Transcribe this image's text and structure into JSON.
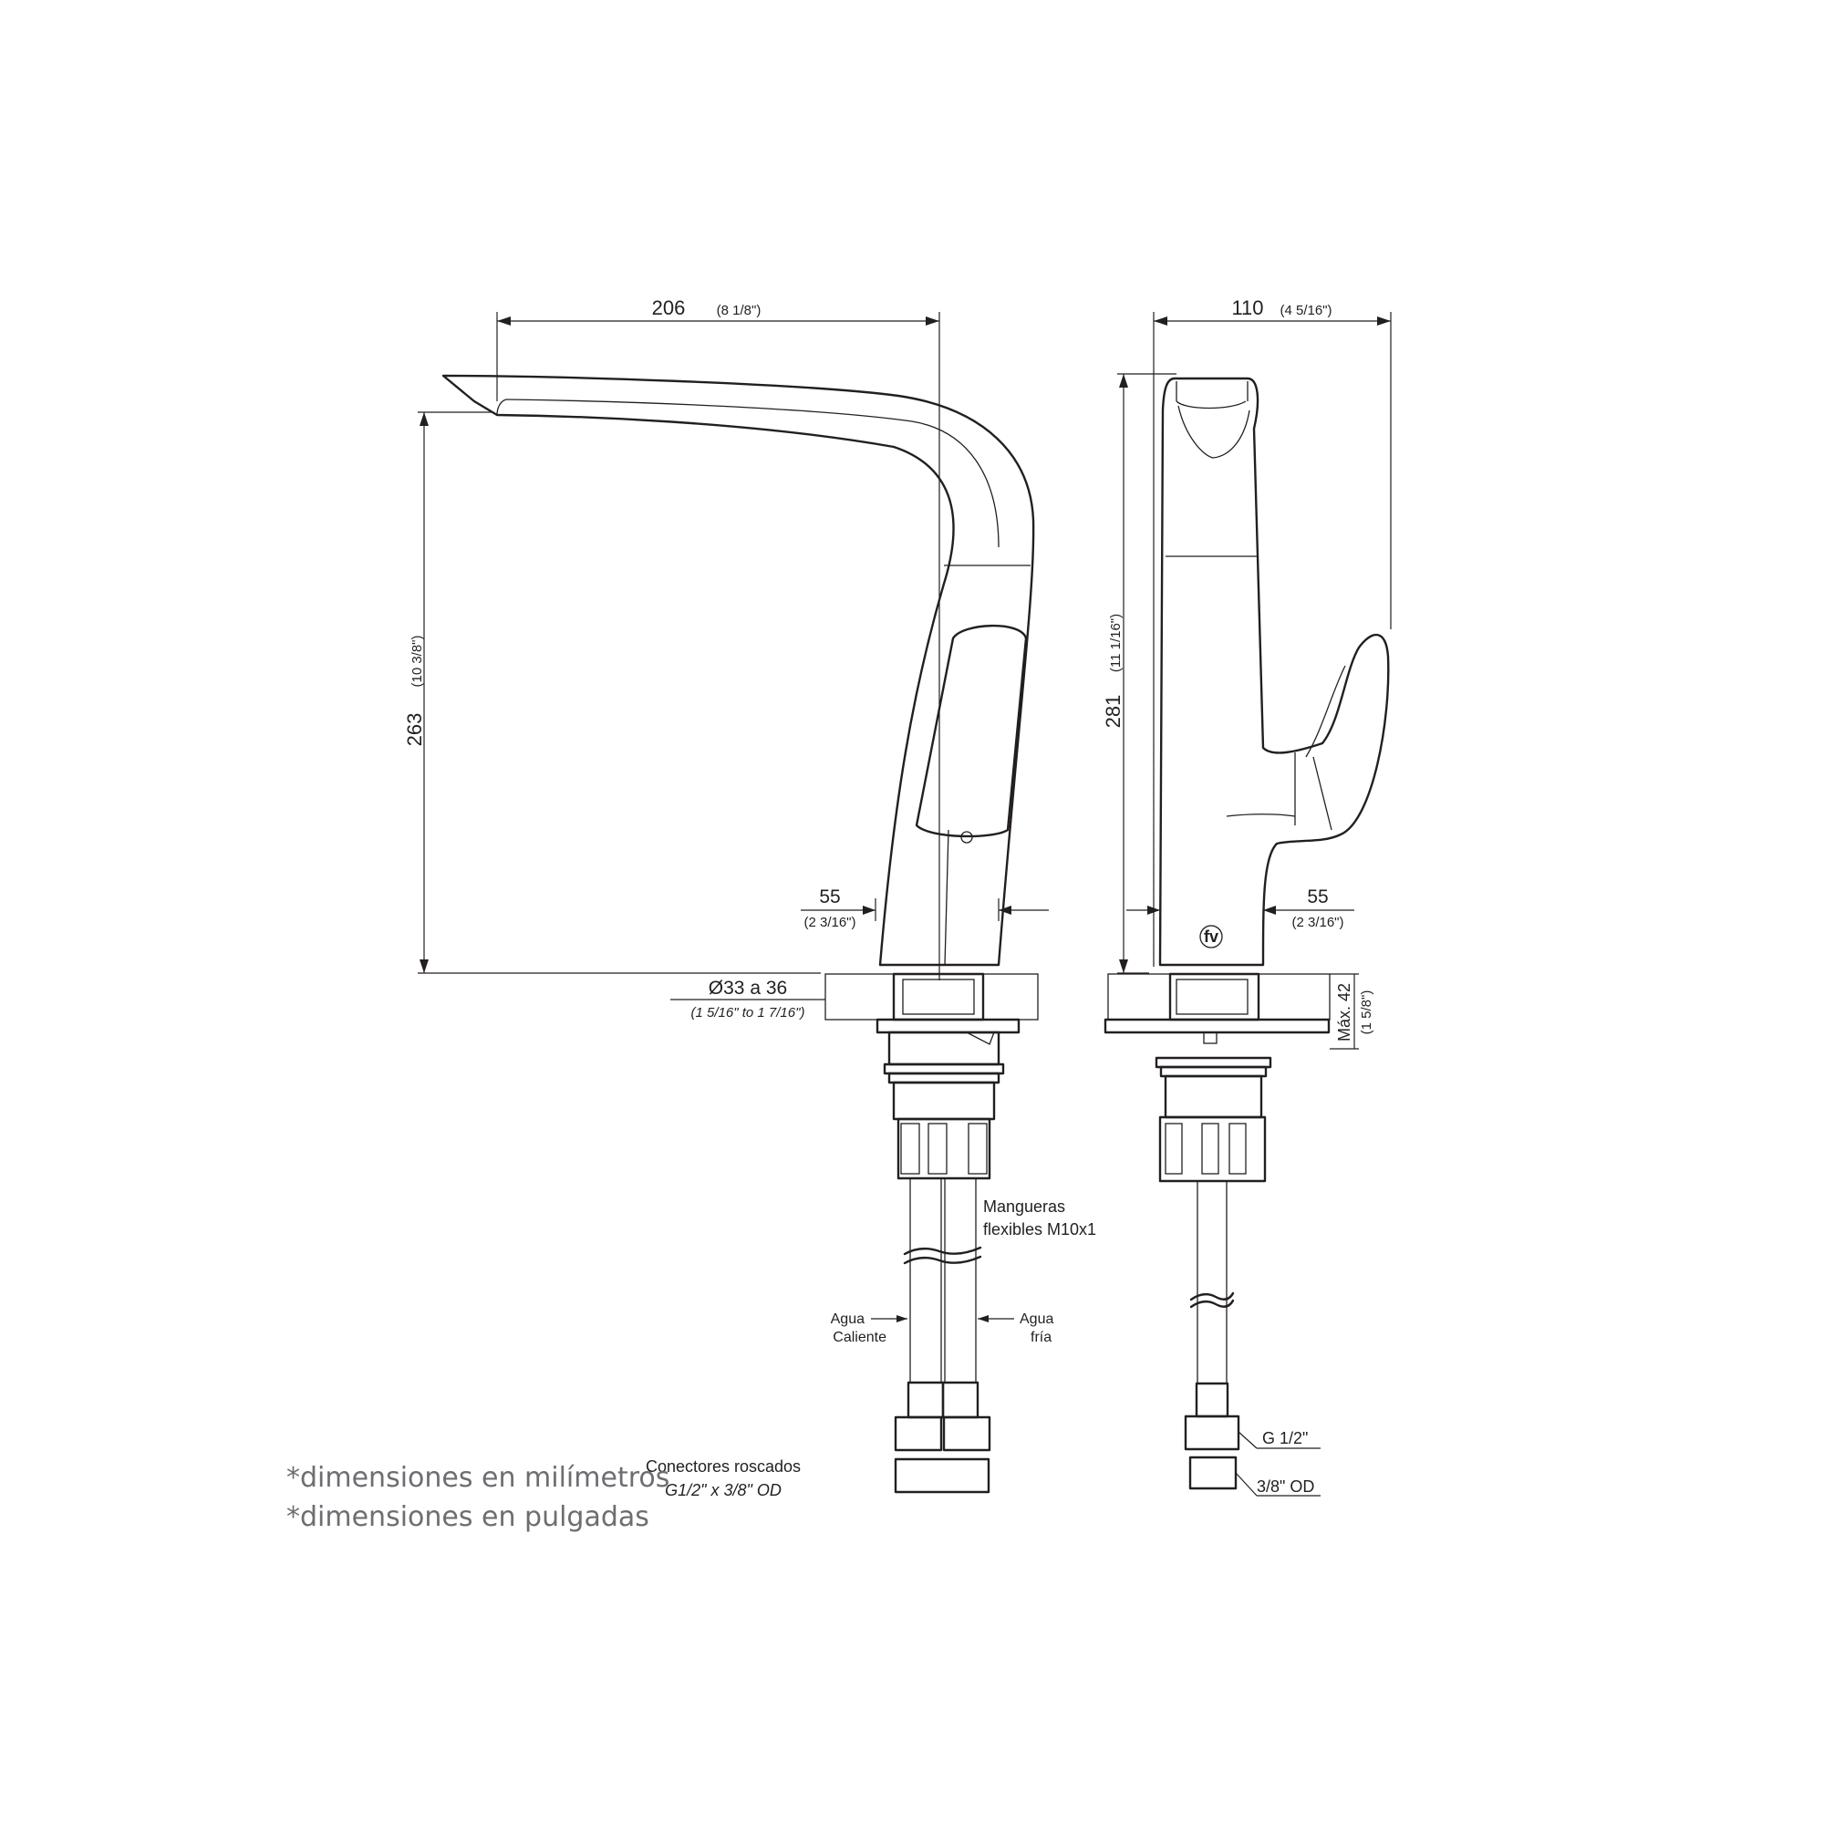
{
  "front_view": {
    "width_dim": "206",
    "width_dim_in": "(8 1/8\")",
    "height_dim": "263",
    "height_dim_in": "(10 3/8\")",
    "base_dim": "55",
    "base_dim_in": "(2 3/16\")",
    "hole_dim": "Ø33 a 36",
    "hole_dim_in": "(1 5/16\" to 1 7/16\")",
    "hoses_label_line1": "Mangueras",
    "hoses_label_line2": "flexibles M10x1",
    "hot_label_line1": "Agua",
    "hot_label_line2": "Caliente",
    "cold_label_line1": "Agua",
    "cold_label_line2": "fría",
    "connectors_label_line1": "Conectores roscados",
    "connectors_label_line2": "G1/2\" x 3/8\" OD"
  },
  "side_view": {
    "width_dim": "110",
    "width_dim_in": "(4 5/16\")",
    "height_dim": "281",
    "height_dim_in": "(11 1/16\")",
    "base_dim": "55",
    "base_dim_in": "(2 3/16\")",
    "max_thickness_dim": "Máx. 42",
    "max_thickness_dim_in": "(1 5/8\")",
    "thread_label": "G 1/2\"",
    "od_label": "3/8\" OD",
    "logo_text": "fv"
  },
  "notes": [
    "*dimensiones en milímetros",
    "*dimensiones en pulgadas"
  ]
}
